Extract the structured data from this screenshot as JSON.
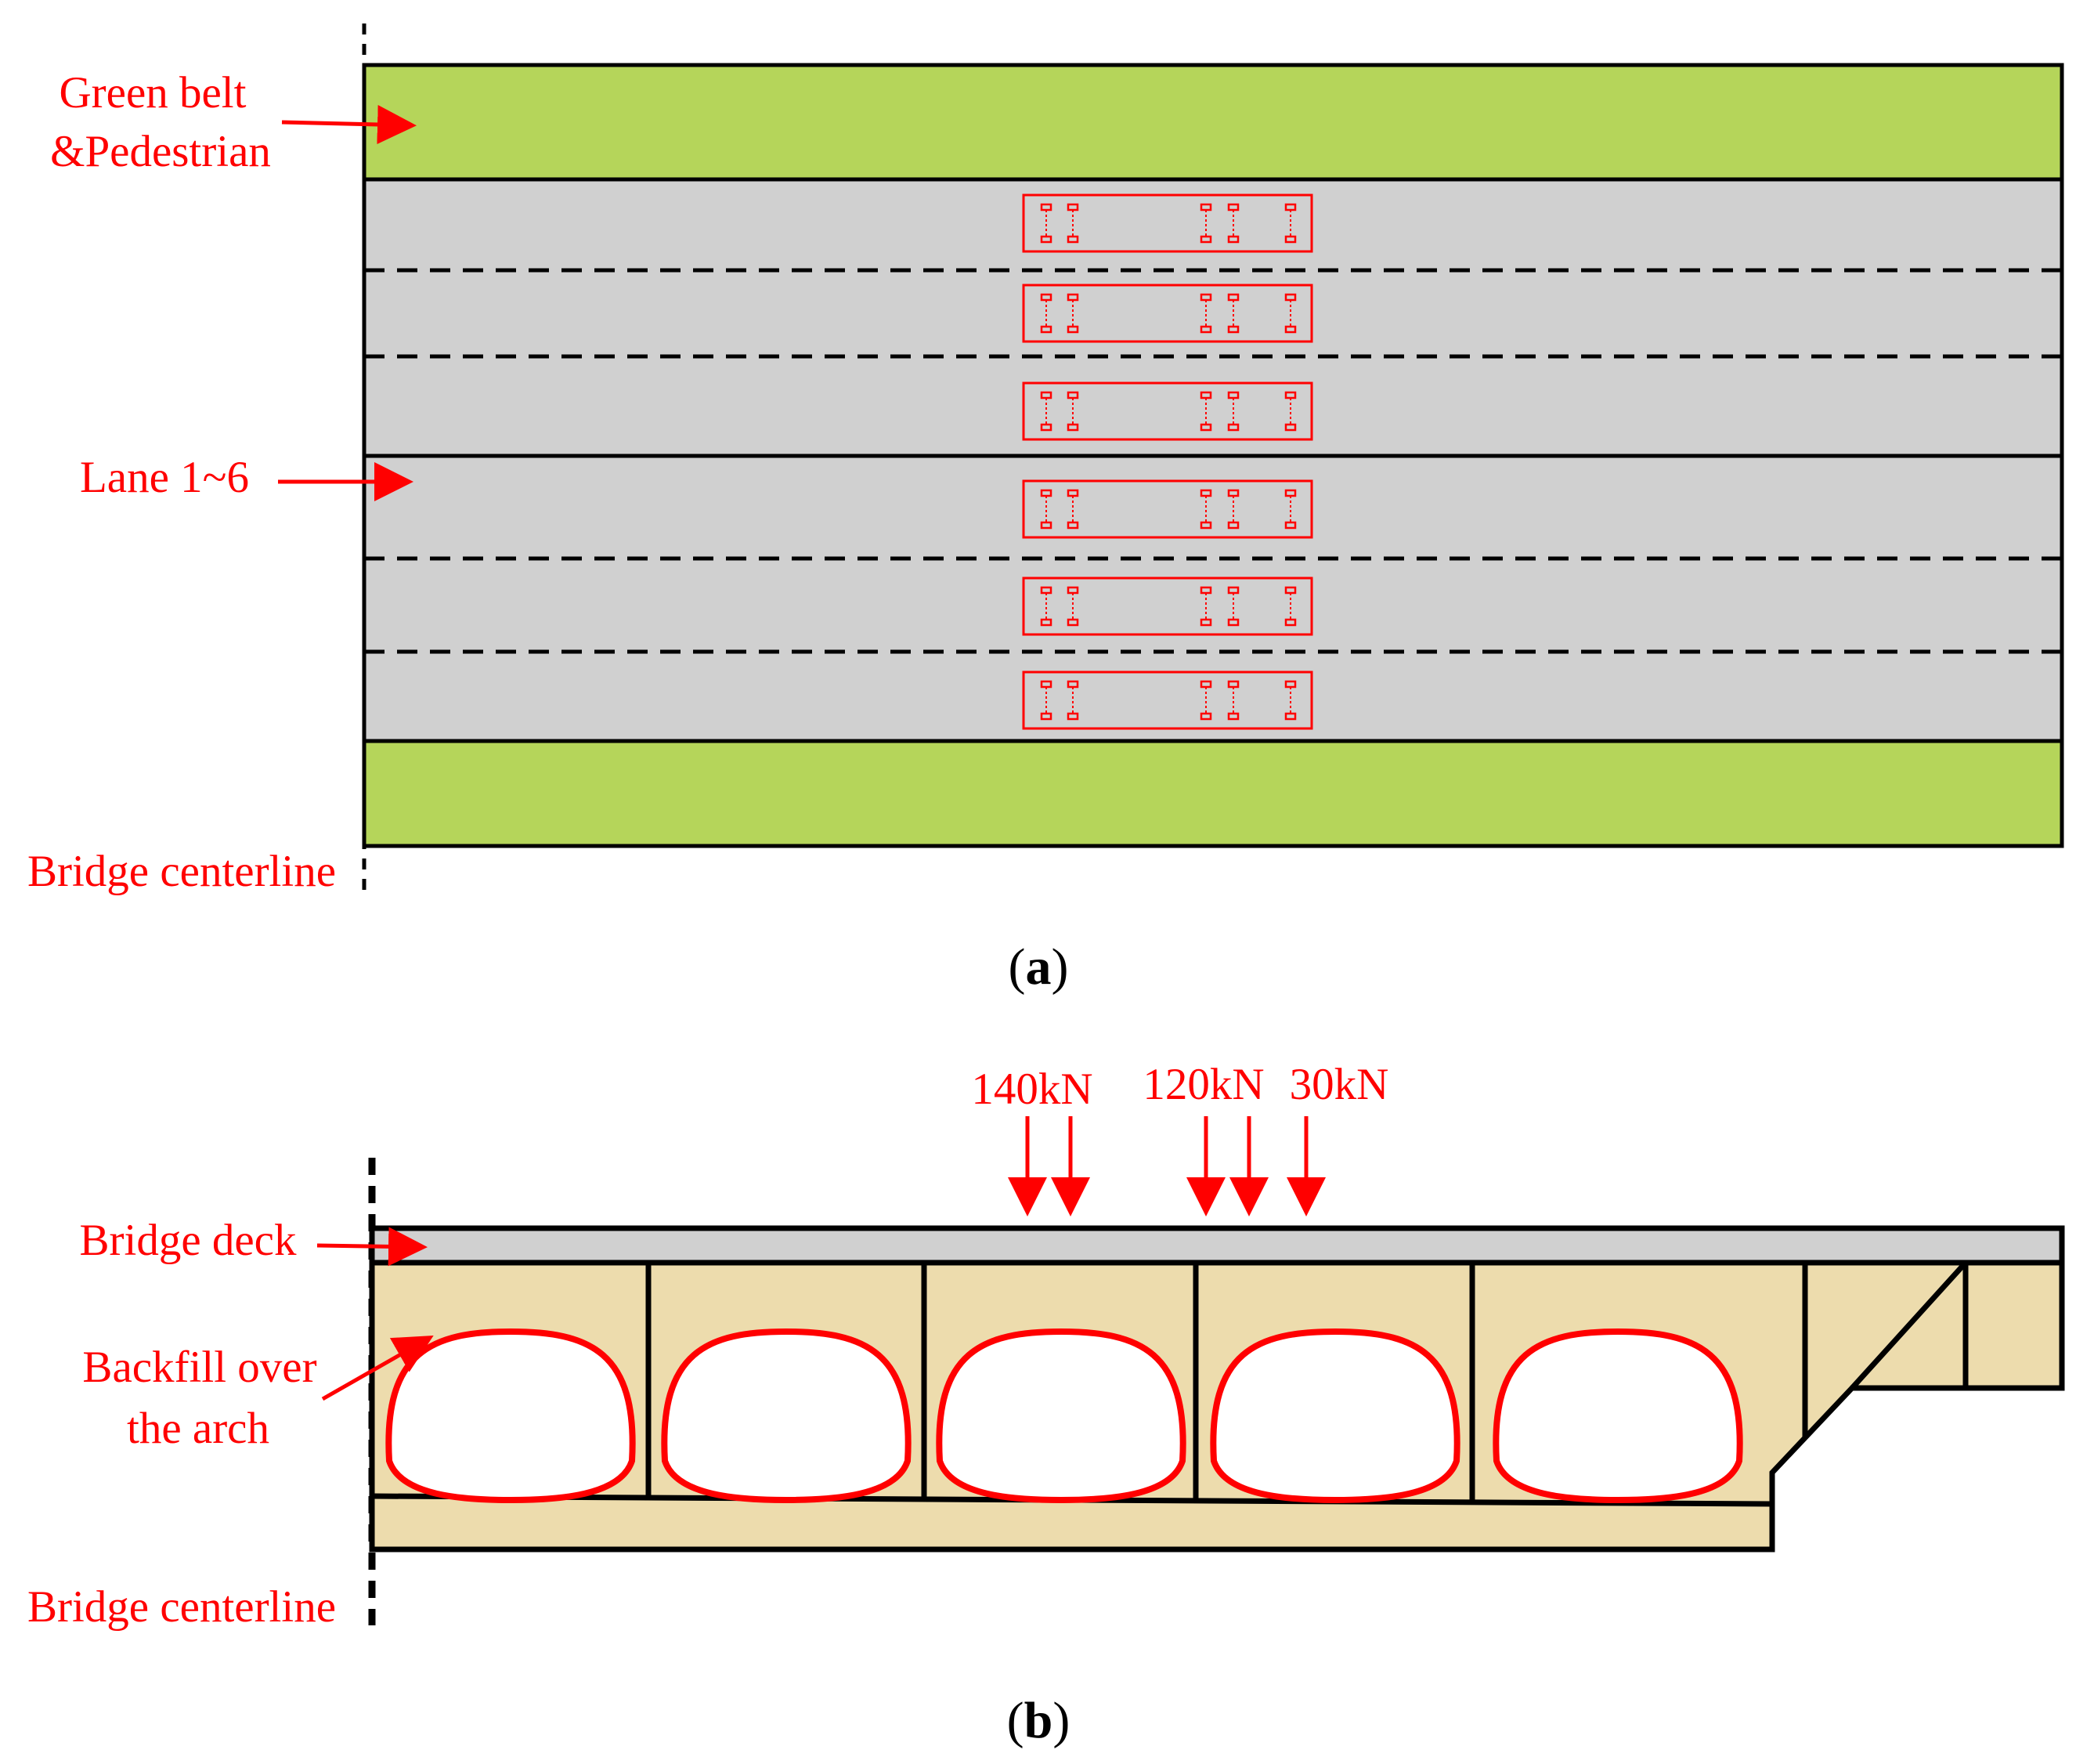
{
  "panel_a": {
    "labels": {
      "green_belt_line1": "Green belt",
      "green_belt_line2": "&Pedestrian",
      "lanes": "Lane 1~6",
      "centerline": "Bridge centerline"
    },
    "caption_open": "(",
    "caption_letter": "a",
    "caption_close": ")",
    "lane_count": 6
  },
  "panel_b": {
    "labels": {
      "bridge_deck": "Bridge deck",
      "backfill_line1": "Backfill over",
      "backfill_line2": "the arch",
      "centerline": "Bridge centerline"
    },
    "loads": [
      {
        "label": "140kN"
      },
      {
        "label": "120kN"
      },
      {
        "label": "30kN"
      }
    ],
    "caption_open": "(",
    "caption_letter": "b",
    "caption_close": ")",
    "arch_count": 5
  },
  "colors": {
    "annotation": "#ff0000",
    "green_belt": "#b5d55a",
    "lane": "#d0d0d0",
    "deck": "#d0d0d0",
    "backfill": "#eddcad",
    "outline": "#000000"
  }
}
